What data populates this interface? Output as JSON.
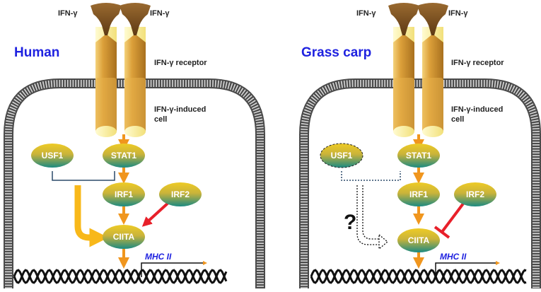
{
  "panels": [
    {
      "title": "Human",
      "ligand_left": "IFN-γ",
      "ligand_right": "IFN-γ",
      "receptor_label": "IFN-γ receptor",
      "cell_label_line1": "IFN-γ-induced",
      "cell_label_line2": "cell",
      "nodes": {
        "usf1": "USF1",
        "stat1": "STAT1",
        "irf1": "IRF1",
        "irf2": "IRF2",
        "ciita": "CIITA"
      },
      "gene": "MHC II"
    },
    {
      "title": "Grass carp",
      "ligand_left": "IFN-γ",
      "ligand_right": "IFN-γ",
      "receptor_label": "IFN-γ receptor",
      "cell_label_line1": "IFN-γ-induced",
      "cell_label_line2": "cell",
      "nodes": {
        "usf1": "USF1",
        "stat1": "STAT1",
        "irf1": "IRF1",
        "irf2": "IRF2",
        "ciita": "CIITA"
      },
      "gene": "MHC II",
      "unknown_mark": "?"
    }
  ],
  "colors": {
    "title": "#1f22e0",
    "activation_arrow": "#f0961e",
    "usf1_arrow_human": "#f8b81a",
    "irf2_effect": "#e8202a",
    "node_top": "#e8c21c",
    "node_bottom": "#1f8c82",
    "receptor_body": "#d89a2e",
    "receptor_cap": "#fbf3a6",
    "ligand": "#7b4f20",
    "membrane": "#555555",
    "gene_text": "#1f22e0"
  },
  "icons": {
    "activation": "arrow-icon",
    "inhibition": "inhibition-bar-icon",
    "dna": "dna-helix-icon"
  }
}
